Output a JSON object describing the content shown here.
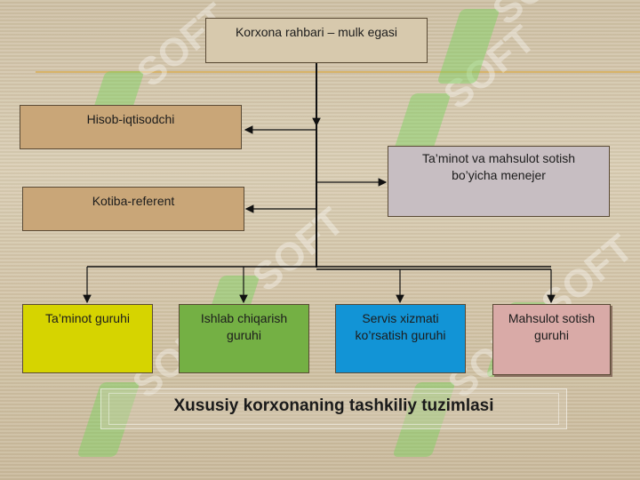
{
  "diagram": {
    "title": "Xususiy korxonaning tashkiliy tuzimlasi",
    "top": "Korxona rahbari – mulk egasi",
    "staff": {
      "accountant": "Hisob-iqtisodchi",
      "secretary": "Kotiba-referent",
      "manager": "Ta’minot va mahsulot sotish bo’yicha menejer"
    },
    "groups": [
      {
        "label": "Ta’minot guruhi",
        "color": "#d6d400"
      },
      {
        "label": "Ishlab chiqarish guruhi",
        "color": "#74b044"
      },
      {
        "label": "Servis xizmati ko’rsatish guruhi",
        "color": "#1294d6"
      },
      {
        "label": "Mahsulot sotish guruhi",
        "color": "#d9aaa7"
      }
    ]
  },
  "watermark": {
    "text": "SOFT",
    "color": "#78d25a"
  }
}
